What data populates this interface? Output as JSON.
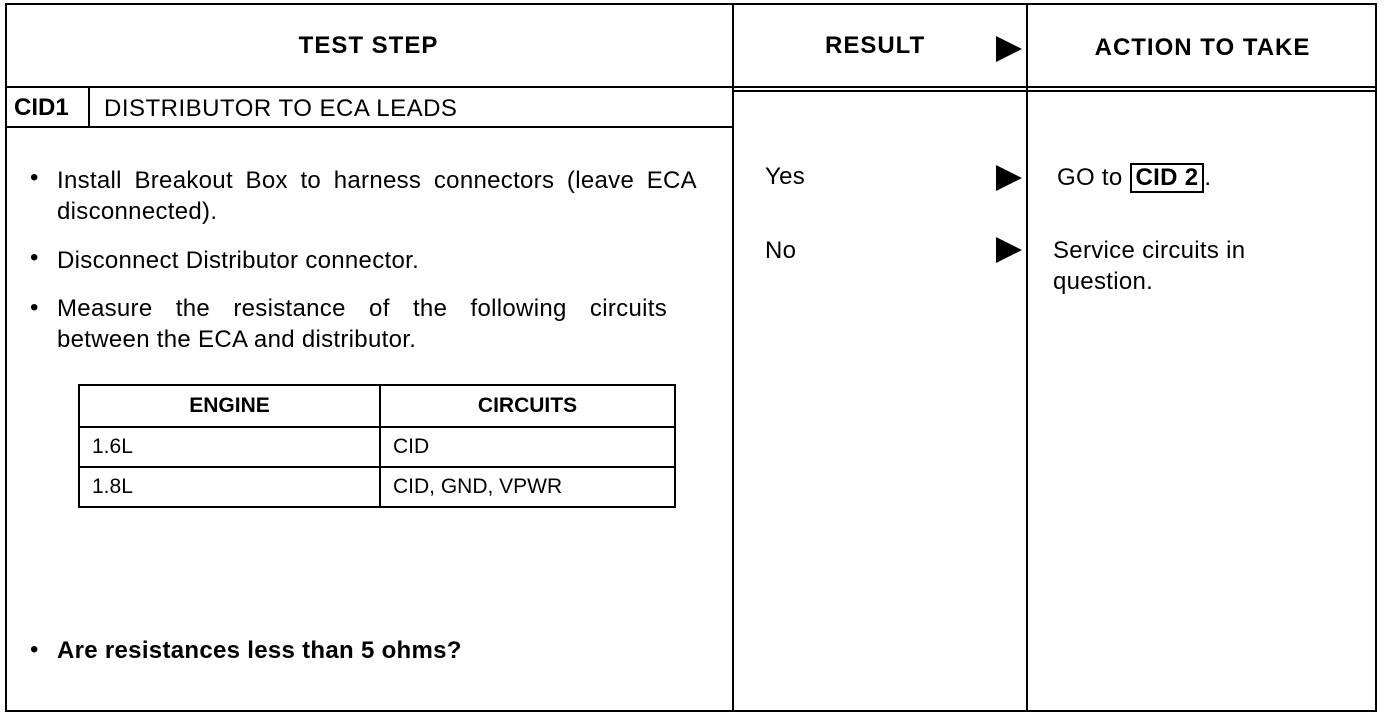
{
  "header": {
    "test_step": "TEST STEP",
    "result": "RESULT",
    "action": "ACTION TO TAKE"
  },
  "step": {
    "code": "CID1",
    "title": "DISTRIBUTOR TO ECA LEADS",
    "bullets": [
      "Install Breakout Box to harness connectors (leave ECA disconnected).",
      "Disconnect Distributor connector.",
      "Measure the resistance of the following circuits between the ECA and distributor."
    ],
    "question": "Are resistances less than 5 ohms?"
  },
  "subtable": {
    "headers": [
      "ENGINE",
      "CIRCUITS"
    ],
    "rows": [
      [
        "1.6L",
        "CID"
      ],
      [
        "1.8L",
        "CID, GND, VPWR"
      ]
    ]
  },
  "results": [
    {
      "result": "Yes",
      "action_prefix": "GO to ",
      "action_ref": "CID 2",
      "action_suffix": "."
    },
    {
      "result": "No",
      "action_text": "Service circuits in question."
    }
  ]
}
